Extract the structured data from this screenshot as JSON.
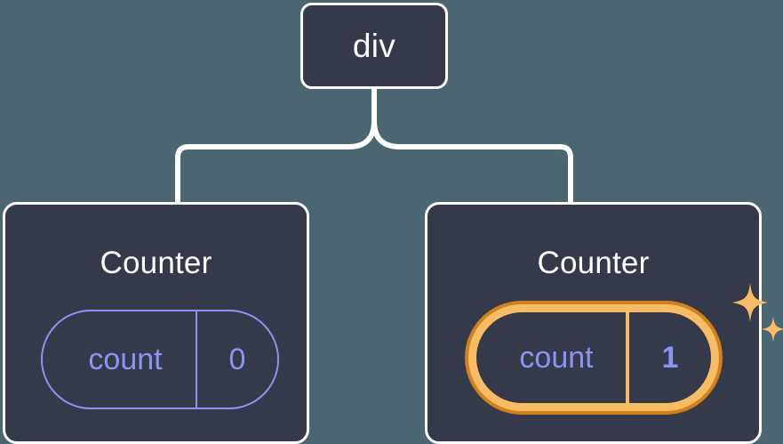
{
  "diagram": {
    "type": "component-tree",
    "title": "",
    "background_color": "#4a6670",
    "node_fill_color": "#343a49",
    "node_border_color": "#ffffff",
    "connector_color": "#ffffff",
    "state_color": "#8d93f5",
    "highlight_color": "#f8bd64",
    "highlight_outer_color": "#d1801b"
  },
  "root": {
    "label": "div"
  },
  "children": [
    {
      "id": "counter-left",
      "label": "Counter",
      "highlighted": false,
      "state": {
        "key": "count",
        "value": "0"
      }
    },
    {
      "id": "counter-right",
      "label": "Counter",
      "highlighted": true,
      "state": {
        "key": "count",
        "value": "1"
      },
      "sparkles": {
        "large_icon": "sparkle-icon",
        "small_icon": "sparkle-icon"
      }
    }
  ]
}
